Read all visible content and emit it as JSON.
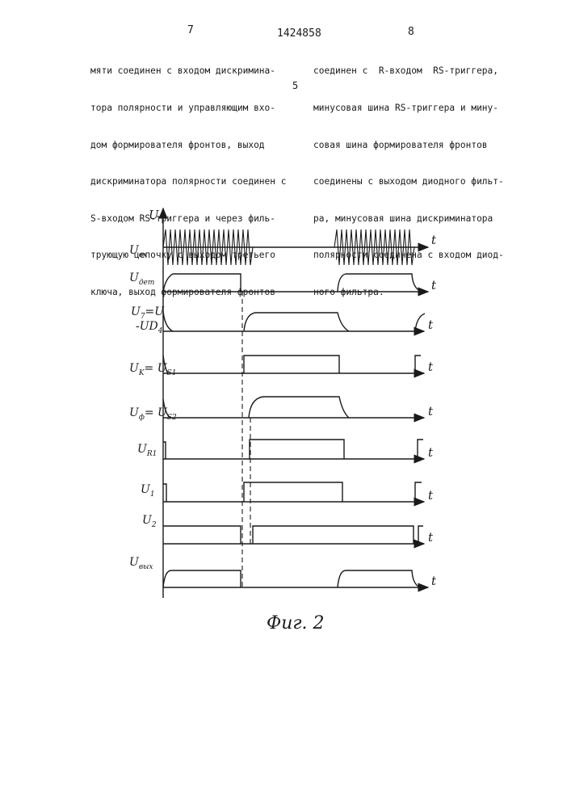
{
  "header": {
    "page_left": "7",
    "patent_number": "1424858",
    "page_right": "8",
    "line_marker": "5"
  },
  "left_column": [
    "мяти соединен с входом дискримина-",
    "тора полярности и управляющим вхо-",
    "дом формирователя фронтов, выход",
    "дискриминатора полярности соединен с",
    "S-входом RS-триггера и через филь-",
    "трующую цепочку с выходом третьего",
    "ключа, выход формирователя фронтов"
  ],
  "right_column": [
    "соединен с  R-входом  RS-триггера,",
    "минусовая шина RS-триггера и мину-",
    "совая шина формирователя фронтов",
    "соединены с выходом диодного фильт-",
    "ра, минусовая шина дискриминатора",
    "полярности соединена с входом диод-",
    "ного фильтра."
  ],
  "figure": {
    "axis_u": "U",
    "axis_t": "t",
    "caption": "Фиг. 2",
    "signals": [
      {
        "id": "vx",
        "main": "U",
        "sub": "вх"
      },
      {
        "id": "det",
        "main": "U",
        "sub": "дет"
      },
      {
        "id": "u7",
        "main": "U",
        "sub": "7",
        "extra1": "=U",
        "extra2": "-UD",
        "extra2_sub": "4"
      },
      {
        "id": "uk",
        "main": "U",
        "sub": "K",
        "extra1": "= U",
        "extra1_sub": "S1"
      },
      {
        "id": "uf",
        "main": "U",
        "sub": "ф",
        "extra1": "= U",
        "extra1_sub": "S2"
      },
      {
        "id": "ur1",
        "main": "U",
        "sub": "R1"
      },
      {
        "id": "u1",
        "main": "U",
        "sub": "1"
      },
      {
        "id": "u2",
        "main": "U",
        "sub": "2"
      },
      {
        "id": "vyx",
        "main": "U",
        "sub": "вых"
      }
    ]
  }
}
